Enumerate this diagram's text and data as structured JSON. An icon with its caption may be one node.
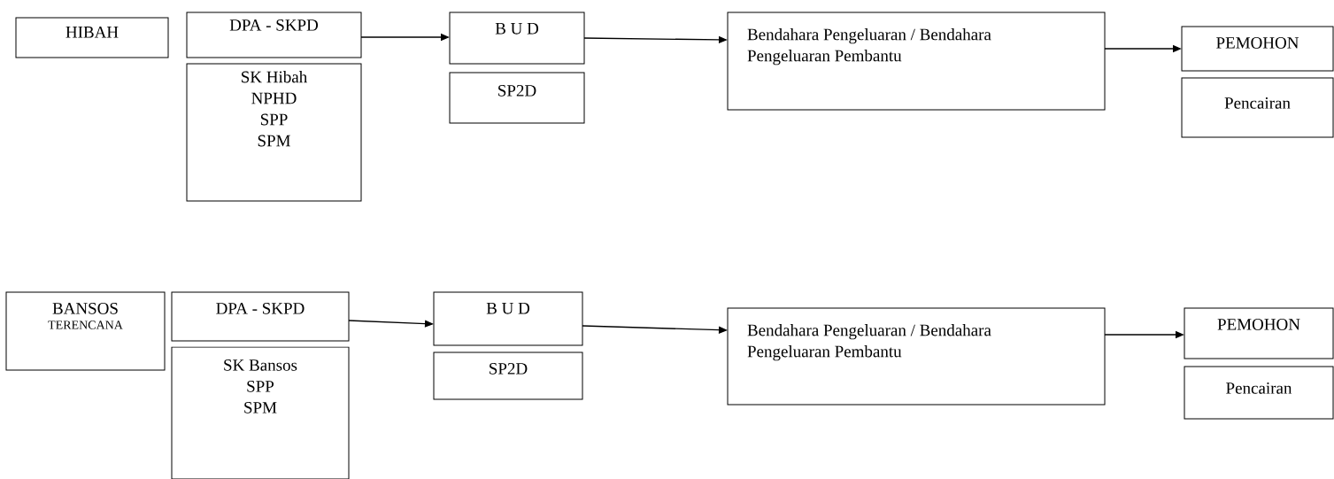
{
  "diagram": {
    "nodes": [
      {
        "text": [
          "HIBAH"
        ]
      },
      {
        "text": [
          "DPA - SKPD"
        ]
      },
      {
        "text": [
          "SK Hibah",
          "NPHD",
          "SPP",
          "SPM"
        ]
      },
      {
        "text": [
          "B U D"
        ]
      },
      {
        "text": [
          "SP2D"
        ]
      },
      {
        "text": [
          "Bendahara Pengeluaran / Bendahara Pengeluaran Pembantu"
        ]
      },
      {
        "text": [
          "PEMOHON"
        ]
      },
      {
        "text": [
          "Pencairan"
        ]
      },
      {
        "text": [
          "BANSOS",
          "TERENCANA"
        ]
      },
      {
        "text": [
          "DPA - SKPD"
        ]
      },
      {
        "text": [
          "SK Bansos",
          "SPP",
          "SPM"
        ]
      },
      {
        "text": [
          "B U D"
        ]
      },
      {
        "text": [
          "SP2D"
        ]
      },
      {
        "text": [
          "Bendahara Pengeluaran / Bendahara Pengeluaran Pembantu"
        ]
      },
      {
        "text": [
          "PEMOHON"
        ]
      },
      {
        "text": [
          "Pencairan"
        ]
      }
    ],
    "edges": [
      {
        "from": 1,
        "to": 3,
        "arrow": "to"
      },
      {
        "from": 3,
        "to": 5,
        "arrow": "to"
      },
      {
        "from": 5,
        "to": 6,
        "arrow": "to"
      },
      {
        "from": 9,
        "to": 11,
        "arrow": "to"
      },
      {
        "from": 11,
        "to": 13,
        "arrow": "to"
      },
      {
        "from": 13,
        "to": 14,
        "arrow": "to"
      }
    ]
  }
}
